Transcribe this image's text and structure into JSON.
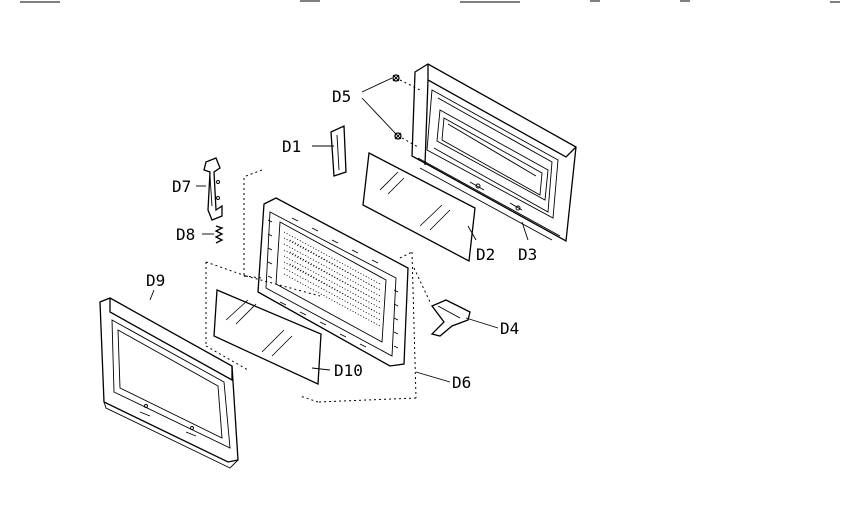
{
  "parts": [
    {
      "id": "D1",
      "label": "D1"
    },
    {
      "id": "D2",
      "label": "D2"
    },
    {
      "id": "D3",
      "label": "D3"
    },
    {
      "id": "D4",
      "label": "D4"
    },
    {
      "id": "D5",
      "label": "D5"
    },
    {
      "id": "D6",
      "label": "D6"
    },
    {
      "id": "D7",
      "label": "D7"
    },
    {
      "id": "D8",
      "label": "D8"
    },
    {
      "id": "D9",
      "label": "D9"
    },
    {
      "id": "D10",
      "label": "D10"
    }
  ]
}
